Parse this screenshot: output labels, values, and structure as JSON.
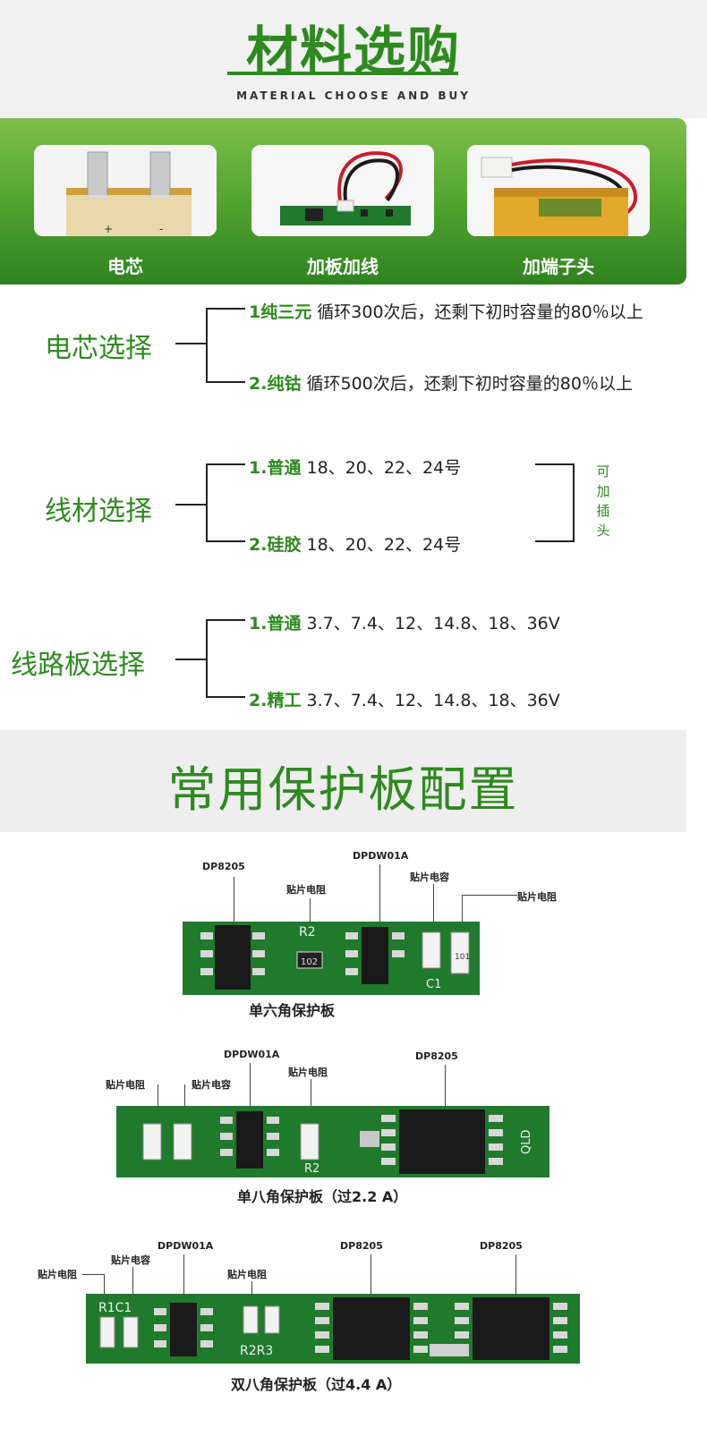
{
  "header": {
    "title": "材料选购",
    "subtitle": "MATERIAL CHOOSE AND BUY"
  },
  "materials": [
    {
      "label": "电芯",
      "image": "battery-cell-photo"
    },
    {
      "label": "加板加线",
      "image": "pcb-with-wire-photo"
    },
    {
      "label": "加端子头",
      "image": "battery-with-connector-photo"
    }
  ],
  "selections": {
    "cell": {
      "title": "电芯选择",
      "options": [
        {
          "key": "1纯三元",
          "text": "循环300次后，还剩下初时容量的80％以上"
        },
        {
          "key": "2.纯钴",
          "text": "循环500次后，还剩下初时容量的80％以上"
        }
      ]
    },
    "wire": {
      "title": "线材选择",
      "options": [
        {
          "key": "1.普通",
          "text": "18、20、22、24号"
        },
        {
          "key": "2.硅胶",
          "text": "18、20、22、24号"
        }
      ],
      "side_note": [
        "可",
        "加",
        "插",
        "头"
      ]
    },
    "board": {
      "title": "线路板选择",
      "options": [
        {
          "key": "1.普通",
          "text": "3.7、7.4、12、14.8、18、36V"
        },
        {
          "key": "2.精工",
          "text": "3.7、7.4、12、14.8、18、36V"
        }
      ]
    }
  },
  "config": {
    "title": "常用保护板配置",
    "boards": [
      {
        "caption": "单六角保护板",
        "annotations": [
          "DP8205",
          "贴片电阻",
          "DPDW01A",
          "贴片电容",
          "贴片电阻"
        ],
        "silk": [
          "R2",
          "C1",
          "102",
          "101"
        ]
      },
      {
        "caption": "单八角保护板（过2.2 A）",
        "annotations": [
          "贴片电阻",
          "贴片电容",
          "DPDW01A",
          "贴片电阻",
          "DP8205"
        ],
        "silk": [
          "R2",
          "QLD"
        ]
      },
      {
        "caption": "双八角保护板（过4.4 A）",
        "annotations": [
          "贴片电阻",
          "贴片电容",
          "DPDW01A",
          "贴片电阻",
          "DP8205",
          "DP8205"
        ],
        "silk": [
          "R1C1",
          "R2R3"
        ]
      }
    ]
  },
  "colors": {
    "accent_green": "#2e8a1f",
    "pcb_green": "#1f7a2c",
    "band_green": "#4ea12e"
  }
}
